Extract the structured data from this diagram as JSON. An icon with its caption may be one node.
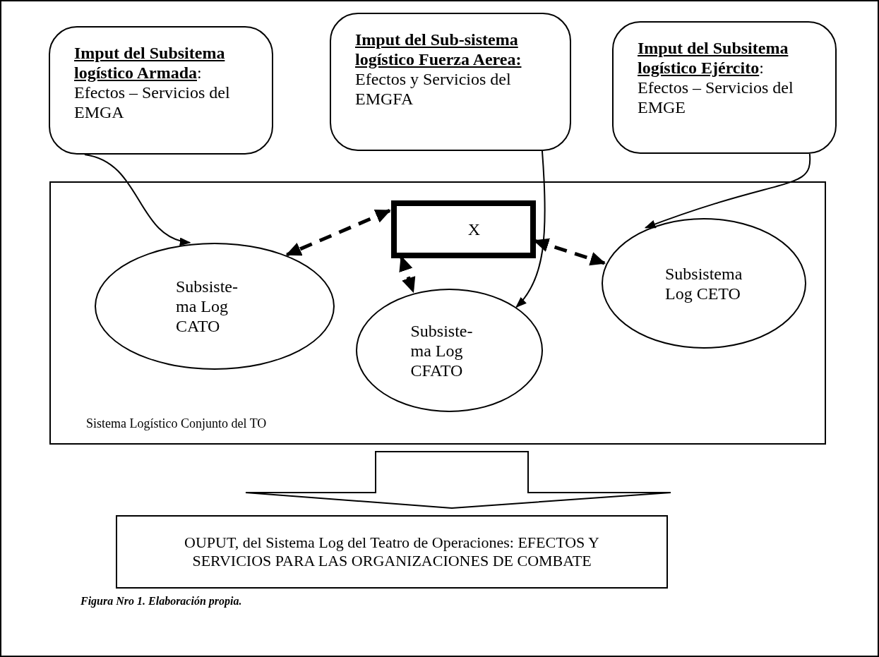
{
  "diagram": {
    "caption": "Figura Nro 1. Elaboración propia.",
    "nodes": [
      {
        "text": [
          "**Imput del Subsitema logístico Armada**: Efectos – Servicios del EMGA"
        ]
      },
      {
        "text": [
          "**Imput del Sub-sistema logístico Fuerza Aerea:** Efectos y Servicios del EMGFA"
        ]
      },
      {
        "text": [
          "**Imput del Subsitema logístico Ejército**: Efectos – Servicios del EMGE"
        ]
      },
      {
        "text": [
          "Sistema Logístico Conjunto del TO"
        ]
      },
      {
        "text": [
          "X"
        ],
        "in": 3
      },
      {
        "text": [
          "Subsiste-ma Log CATO"
        ],
        "in": 3
      },
      {
        "text": [
          "Subsiste-ma Log CFATO"
        ],
        "in": 3
      },
      {
        "text": [
          "Subsistema Log CETO"
        ],
        "in": 3
      },
      {
        "text": [
          "OUPUT, del Sistema Log del Teatro de Operaciones: EFECTOS Y SERVICIOS PARA LAS ORGANIZACIONES DE COMBATE"
        ]
      }
    ],
    "edges": [
      {
        "from": 0,
        "to": 5,
        "arrow": "to"
      },
      {
        "from": 1,
        "to": 6,
        "arrow": "to"
      },
      {
        "from": 2,
        "to": 7,
        "arrow": "to"
      },
      {
        "from": 4,
        "to": 5,
        "arrow": "both",
        "style": "dashed"
      },
      {
        "from": 4,
        "to": 6,
        "arrow": "both",
        "style": "dashed"
      },
      {
        "from": 4,
        "to": 7,
        "arrow": "both",
        "style": "dashed"
      },
      {
        "from": 3,
        "to": 8,
        "arrow": "to",
        "style": "thick"
      }
    ]
  }
}
